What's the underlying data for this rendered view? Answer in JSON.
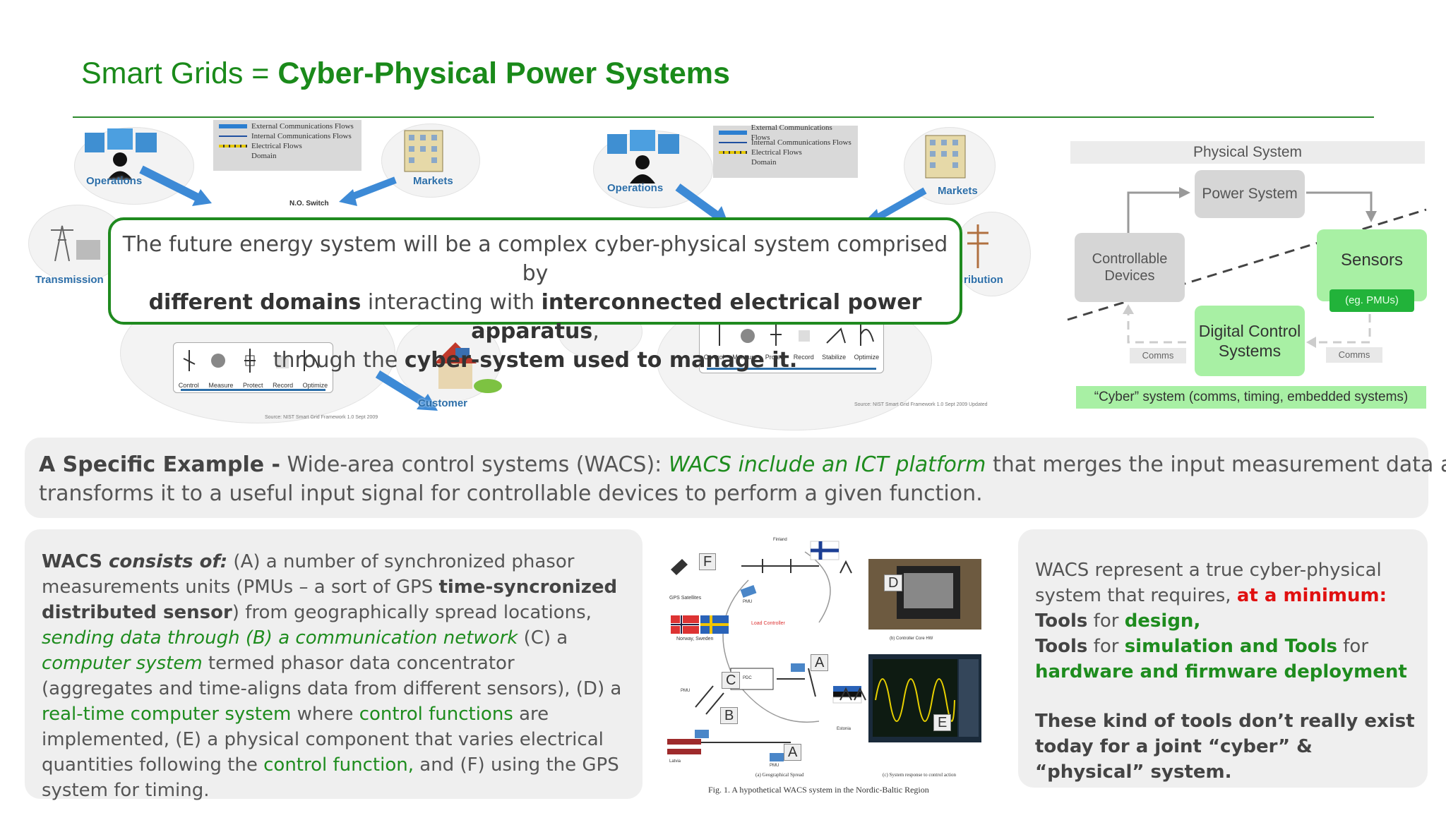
{
  "title": {
    "prefix": "Smart Grids = ",
    "bold": "Cyber-Physical Power Systems"
  },
  "diagram_left": {
    "domains": [
      "Operations",
      "Markets",
      "Transmission",
      "Customer"
    ],
    "legend": [
      "External Communications Flows",
      "Internal Communications Flows",
      "Electrical Flows",
      "Domain"
    ],
    "switch_label": "N.O. Switch",
    "icons": [
      "Control",
      "Measure",
      "Protect",
      "Record",
      "Optimize"
    ],
    "source": "Source: NIST Smart Grid Framework 1.0 Sept 2009"
  },
  "diagram_mid": {
    "domains": [
      "Operations",
      "Markets",
      "Distribution"
    ],
    "domain_partial": "ribution",
    "legend": [
      "External Communications Flows",
      "Internal Communications Flows",
      "Electrical Flows",
      "Domain"
    ],
    "icons": [
      "Control",
      "Measure",
      "Protect",
      "Record",
      "Stabilize",
      "Optimize"
    ],
    "source": "Source: NIST Smart Grid Framework 1.0 Sept 2009 Updated"
  },
  "callout": {
    "line1": "The future energy system will be a complex cyber-physical system comprised by",
    "line2_b1": "different domains",
    "line2_t": " interacting with ",
    "line2_b2": "interconnected electrical power apparatus",
    "line2_end": ",",
    "line3_t": "through the ",
    "line3_b": "cyber-system used to manage it."
  },
  "schematic": {
    "physical_label": "Physical System",
    "power_system": "Power System",
    "controllable": "Controllable Devices",
    "sensors": "Sensors",
    "pmus": "(eg. PMUs)",
    "digital_control": "Digital Control Systems",
    "comms_left": "Comms",
    "comms_right": "Comms",
    "cyber_label": "“Cyber” system (comms, timing, embedded systems)"
  },
  "example": {
    "bold": "A Specific Example -",
    "text1": " Wide-area control systems (WACS): ",
    "italic": "WACS include an ICT platform",
    "text2": " that merges the input measurement data and",
    "line2": "transforms it to a useful input signal for controllable devices to perform a given function."
  },
  "wacs_left": {
    "b1": "WACS ",
    "bi1": "consists of:",
    "t1": " (A) a number of synchronized phasor measurements units (PMUs – a sort of GPS ",
    "b2": "time-syncronized distributed sensor",
    "t2": ") from geographically spread locations, ",
    "g1": "sending data through (B) a communication network",
    "t3": " (C) a ",
    "g2": "computer system",
    "t4": " termed phasor data concentrator (aggregates and time-aligns data from different sensors), (D) a ",
    "g3": "real-time computer system",
    "t5": " where ",
    "g4": "control functions",
    "t6": " are implemented, (E) a physical component that varies electrical quantities following the ",
    "g5": "control function,",
    "t7": " and (F) using the GPS system for timing."
  },
  "figure": {
    "labels": [
      "A",
      "A",
      "B",
      "C",
      "D",
      "E",
      "F"
    ],
    "small": [
      "GPS Satellites",
      "Norway, Sweden",
      "Load Controller",
      "PMU",
      "PMU",
      "PDC",
      "PMU",
      "Estonia",
      "Latvia",
      "(b) Controller Core HW",
      "Finland"
    ],
    "sub_a": "(a) Geographical Spread",
    "sub_c": "(c) System response to control action",
    "caption": "Fig. 1.  A hypothetical WACS system in the Nordic-Baltic Region"
  },
  "wacs_right": {
    "t1": "WACS represent a true cyber-physical system that requires, ",
    "red": "at a minimum:",
    "line2_k": "Tools",
    "line2_t": " for ",
    "line2_g": "design,",
    "line3_k": "Tools",
    "line3_t": " for ",
    "line3_g": "simulation and Tools",
    "line3_t2": " for",
    "line4_g": "hardware and firmware deployment",
    "bottom": "These kind of tools don’t really exist today for a joint “cyber” & “physical” system."
  },
  "colors": {
    "accent_green": "#1e8c1e",
    "light_green": "#a8f0a4",
    "red": "#e01010",
    "panel_grey": "#efefef"
  }
}
